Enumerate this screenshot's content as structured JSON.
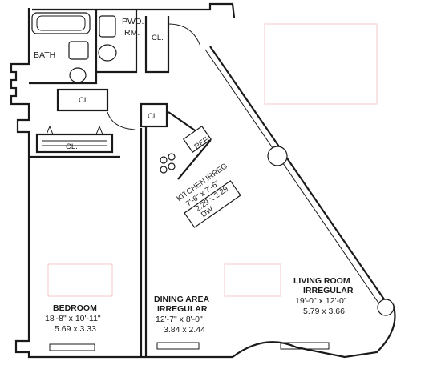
{
  "rooms": {
    "bath": {
      "name": "BATH"
    },
    "powder": {
      "name": "PWD.\nRM.",
      "line1": "PWD.",
      "line2": "RM."
    },
    "closets": {
      "label": "CL."
    },
    "kitchen": {
      "name": "KITCHEN IRREG.",
      "imperial": "7'-6\" x 7'-6\"",
      "metric": "2.29 x 2.29"
    },
    "ref": {
      "label": "REF."
    },
    "dw": {
      "label": "DW"
    },
    "bedroom": {
      "name": "BEDROOM",
      "imperial": "18'-8\" x 10'-11\"",
      "metric": "5.69 x 3.33"
    },
    "dining": {
      "name": "DINING AREA",
      "shape": "IRREGULAR",
      "imperial": "12'-7\" x 8'-0\"",
      "metric": "3.84 x 2.44"
    },
    "living": {
      "name": "LIVING ROOM",
      "shape": "IRREGULAR",
      "imperial": "19'-0\" x 12'-0\"",
      "metric": "5.79 x 3.66"
    }
  },
  "colors": {
    "line": "#1a1a1a",
    "ghost": "#f0c9c9",
    "paper": "#ffffff"
  }
}
